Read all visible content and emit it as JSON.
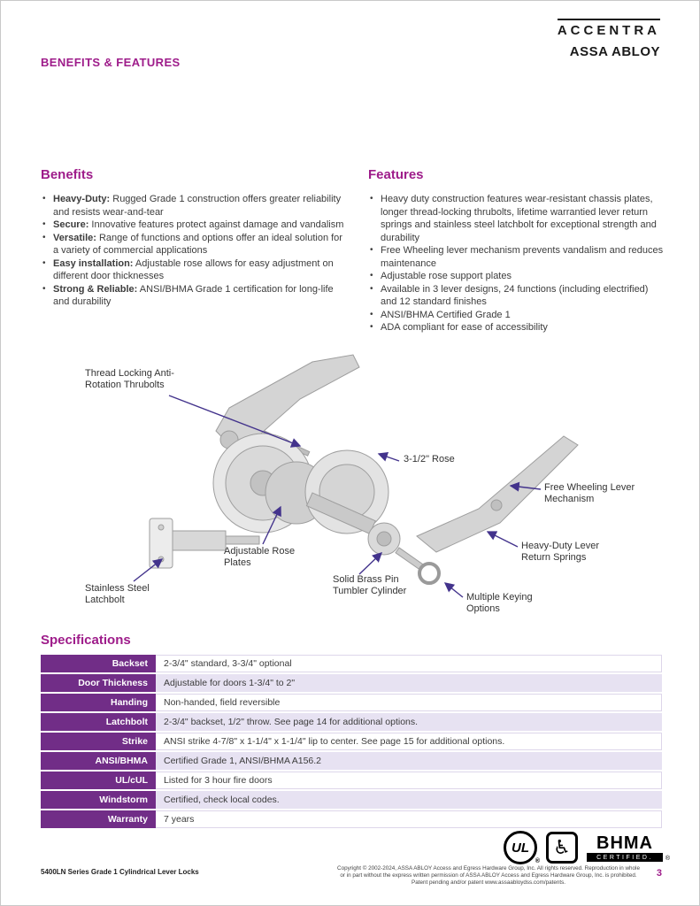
{
  "colors": {
    "accent": "#9e1c8a",
    "table-label": "#712d87",
    "row-alt": "#e7e2f2",
    "callout": "#43338c",
    "text": "#3c3c3c"
  },
  "brand": {
    "accentra": "ACCENTRA",
    "assa_abloy": "ASSA ABLOY"
  },
  "page": {
    "title": "BENEFITS & FEATURES",
    "number": "3"
  },
  "benefits": {
    "heading": "Benefits",
    "items": [
      {
        "bold": "Heavy-Duty:",
        "text": " Rugged Grade 1 construction offers greater reliability and resists wear-and-tear"
      },
      {
        "bold": "Secure:",
        "text": " Innovative features protect against damage and vandalism"
      },
      {
        "bold": "Versatile:",
        "text": " Range of functions and options offer an ideal solution for a variety of commercial applications"
      },
      {
        "bold": "Easy installation:",
        "text": " Adjustable rose allows for easy adjustment on different door thicknesses"
      },
      {
        "bold": "Strong & Reliable:",
        "text": " ANSI/BHMA Grade 1 certification for long-life and durability"
      }
    ]
  },
  "features": {
    "heading": "Features",
    "items": [
      "Heavy duty construction features wear-resistant chassis plates, longer thread-locking thrubolts, lifetime warrantied lever return springs and stainless steel latchbolt for exceptional strength and durability",
      "Free Wheeling lever mechanism prevents vandalism and reduces maintenance",
      "Adjustable rose support plates",
      "Available in 3 lever designs, 24 functions (including electrified) and 12 standard finishes",
      "ANSI/BHMA Certified Grade 1",
      "ADA compliant for ease of accessibility"
    ]
  },
  "diagram": {
    "labels": [
      "Thread Locking Anti-Rotation Thrubolts",
      "3-1/2\" Rose",
      "Free Wheeling Lever Mechanism",
      "Adjustable Rose Plates",
      "Heavy-Duty Lever Return Springs",
      "Stainless Steel Latchbolt",
      "Solid Brass Pin Tumbler Cylinder",
      "Multiple Keying Options"
    ]
  },
  "specifications": {
    "heading": "Specifications",
    "rows": [
      {
        "label": "Backset",
        "value": "2-3/4\" standard, 3-3/4\" optional"
      },
      {
        "label": "Door Thickness",
        "value": "Adjustable for doors 1-3/4\" to 2\""
      },
      {
        "label": "Handing",
        "value": "Non-handed, field reversible"
      },
      {
        "label": "Latchbolt",
        "value": "2-3/4\" backset, 1/2\" throw. See page 14 for additional options."
      },
      {
        "label": "Strike",
        "value": "ANSI strike 4-7/8\" x 1-1/4\" x 1-1/4\" lip to center. See page 15 for additional options."
      },
      {
        "label": "ANSI/BHMA",
        "value": "Certified Grade 1, ANSI/BHMA A156.2"
      },
      {
        "label": "UL/cUL",
        "value": "Listed for 3 hour fire doors"
      },
      {
        "label": "Windstorm",
        "value": "Certified, check local codes."
      },
      {
        "label": "Warranty",
        "value": "7 years"
      }
    ]
  },
  "badges": {
    "ul_text": "UL",
    "ul_reg": "®",
    "ada_glyph": "♿",
    "bhma_text": "BHMA",
    "bhma_sub": "CERTIFIED.",
    "bhma_reg": "®"
  },
  "footer": {
    "product": "5400LN Series Grade 1 Cylindrical Lever Locks",
    "copyright_line1": "Copyright © 2002-2024, ASSA ABLOY Access and Egress Hardware Group, Inc. All rights reserved. Reproduction in whole",
    "copyright_line2": "or in part without the express written permission of ASSA ABLOY Access and Egress Hardware Group, Inc. is prohibited.",
    "copyright_line3": "Patent pending and/or patent www.assaabloydss.com/patents."
  }
}
